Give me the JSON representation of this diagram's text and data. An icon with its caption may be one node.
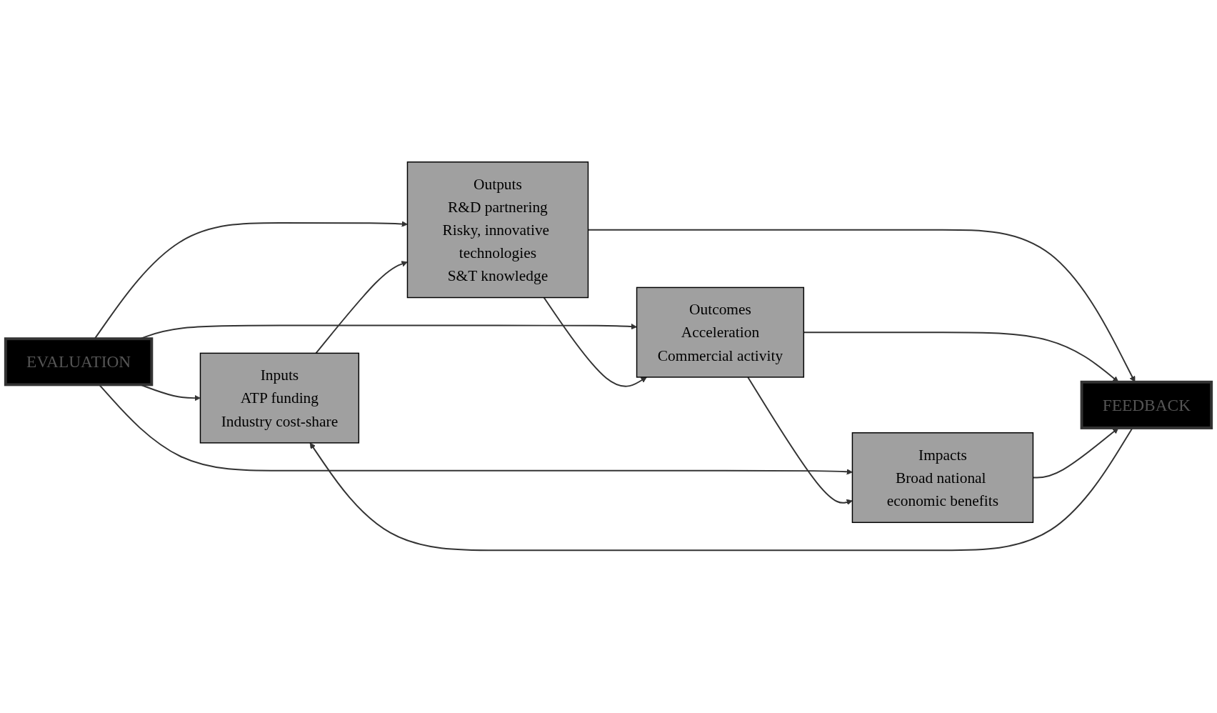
{
  "diagram": {
    "nodes": [
      {
        "text": [
          "EVALUATION"
        ]
      },
      {
        "text": [
          "Inputs",
          "ATP funding",
          "Industry cost-share"
        ]
      },
      {
        "text": [
          "Outputs",
          "R&D partnering",
          "Risky, innovative technologies",
          "S&T knowledge"
        ]
      },
      {
        "text": [
          "Outcomes",
          "Acceleration",
          "Commercial activity"
        ]
      },
      {
        "text": [
          "Impacts",
          "Broad national economic benefits"
        ]
      },
      {
        "text": [
          "FEEDBACK"
        ]
      }
    ],
    "edges": [
      {
        "from": 0,
        "to": 1,
        "arrow": "to"
      },
      {
        "from": 0,
        "to": 2,
        "arrow": "to"
      },
      {
        "from": 0,
        "to": 3,
        "arrow": "to"
      },
      {
        "from": 0,
        "to": 4,
        "arrow": "to"
      },
      {
        "from": 1,
        "to": 2,
        "arrow": "to"
      },
      {
        "from": 2,
        "to": 3,
        "arrow": "to"
      },
      {
        "from": 3,
        "to": 4,
        "arrow": "to"
      },
      {
        "from": 2,
        "to": 5,
        "arrow": "to"
      },
      {
        "from": 3,
        "to": 5,
        "arrow": "to"
      },
      {
        "from": 4,
        "to": 5,
        "arrow": "to"
      },
      {
        "from": 5,
        "to": 1,
        "arrow": "to"
      }
    ]
  }
}
